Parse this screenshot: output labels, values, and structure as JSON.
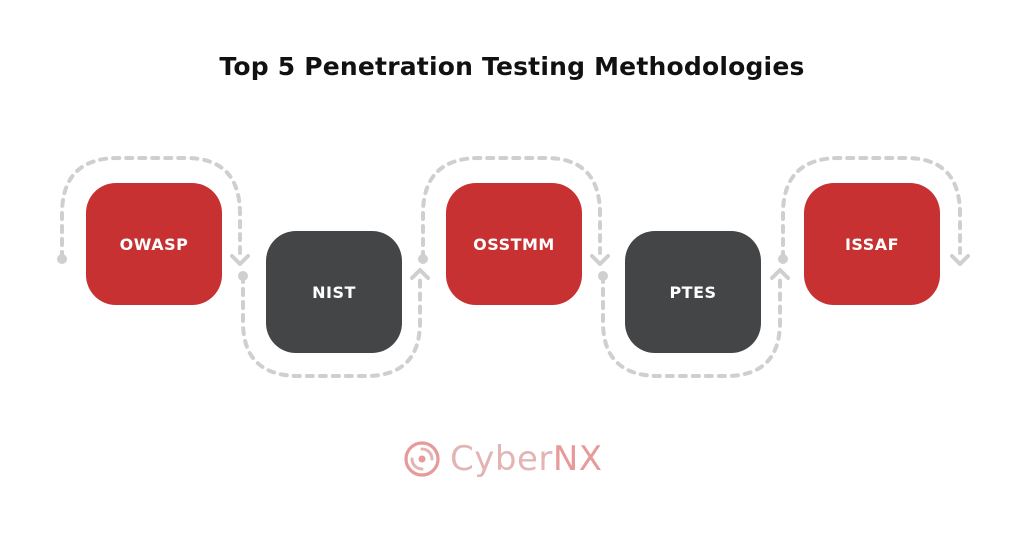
{
  "title": "Top 5 Penetration Testing Methodologies",
  "methodologies": [
    {
      "label": "OWASP",
      "color": "#c73131"
    },
    {
      "label": "NIST",
      "color": "#434547"
    },
    {
      "label": "OSSTMM",
      "color": "#c73131"
    },
    {
      "label": "PTES",
      "color": "#434547"
    },
    {
      "label": "ISSAF",
      "color": "#c73131"
    }
  ],
  "connector_color": "#cfcfcf",
  "logo": {
    "text_part1": "Cyber",
    "text_part2": "NX",
    "icon": "swirl-logo-icon"
  }
}
